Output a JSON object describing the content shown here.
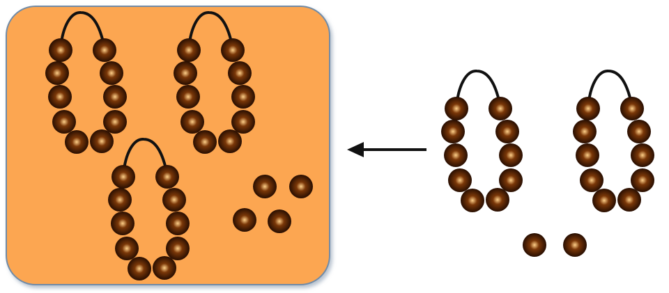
{
  "colors": {
    "background": "#ffffff",
    "box_fill": "#fca651",
    "box_stroke": "#6f8ba8",
    "string": "#111111",
    "bead_highlight": "#ffd089",
    "bead_mid": "#7a3708",
    "bead_dark": "#1a0700",
    "arrow": "#111111"
  },
  "boxed_group": {
    "necklaces": 3,
    "beads_per_necklace": 10,
    "loose_beads": 4
  },
  "unboxed_group": {
    "necklaces": 2,
    "beads_per_necklace": 10,
    "loose_beads": 2
  },
  "arrow_direction": "left",
  "icons": {
    "necklace": "bead-necklace-icon",
    "bead": "bead-icon",
    "arrow": "arrow-left-icon"
  }
}
